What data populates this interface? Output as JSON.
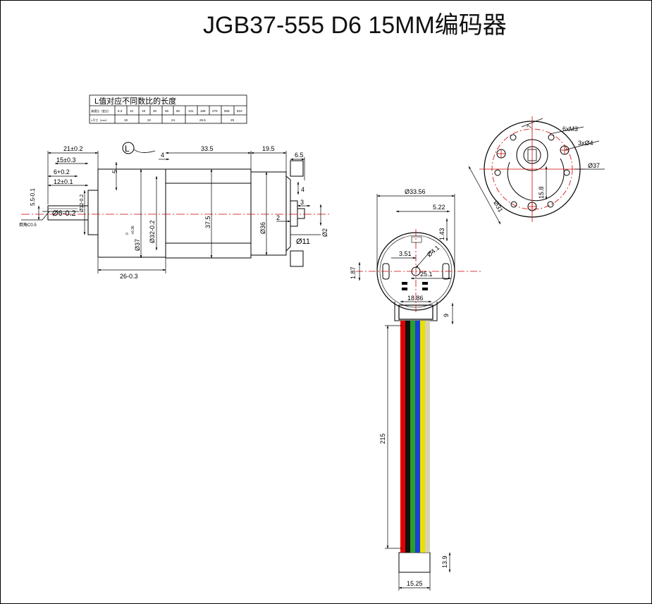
{
  "title": "JGB37-555 D6 15MM编码器",
  "ratio_table": {
    "heading": "L值对应不同数比的长度",
    "row1_label": "减速比（变比）",
    "ratios": [
      "6.3",
      "10",
      "19",
      "30",
      "56",
      "90",
      "131",
      "168",
      "270",
      "506",
      "810"
    ],
    "row2_label": "L尺寸（mm）",
    "lengths": [
      "19",
      "22",
      "24",
      "26.5",
      "29"
    ]
  },
  "side_view": {
    "callout_L": "L",
    "dims": {
      "d21": "21±0.2",
      "d15": "15±0.3",
      "d6": "6+0.2",
      "d12": "12±0.1",
      "d5": "5",
      "d4a": "4",
      "d33_5": "33.5",
      "d19_5": "19.5",
      "d6_5": "6.5",
      "d4b": "4",
      "d3": "3",
      "d2": "2",
      "d37_5": "37.5",
      "d36": "Ø36",
      "phi11": "Ø11",
      "phi2": "Ø2",
      "d26": "26-0.3",
      "phi6": "Ø6-0.2",
      "d5_5": "5.5-0.1",
      "chamfer": "倒角C0.5",
      "phi12": "Ø12-0.2",
      "phi32": "Ø32-0.2",
      "phi37_main": "Ø37",
      "phi37_tol_upper": "0",
      "phi37_tol_lower": "+0.36"
    }
  },
  "front_view": {
    "d7": "7",
    "m3": "6xM3",
    "phi4_holes": "3xØ4",
    "phi37": "Ø37",
    "d15_8": "15.8",
    "phi31": "Ø31"
  },
  "encoder_view": {
    "d33_56": "Ø33.56",
    "d5_22": "5.22",
    "d1_43": "1.43",
    "d3_51": "3.51",
    "phi4_1": "Ø4.1",
    "d25_1": "25.1",
    "d1_87": "1.87",
    "d18_86": "18.86",
    "d9": "9",
    "d215": "215",
    "d13_9": "13.9",
    "d15_25": "15.25",
    "wire_colors": [
      "#e00000",
      "#111111",
      "#2aa02a",
      "#1a3fd8",
      "#e8e000",
      "#d8d2b0"
    ]
  }
}
